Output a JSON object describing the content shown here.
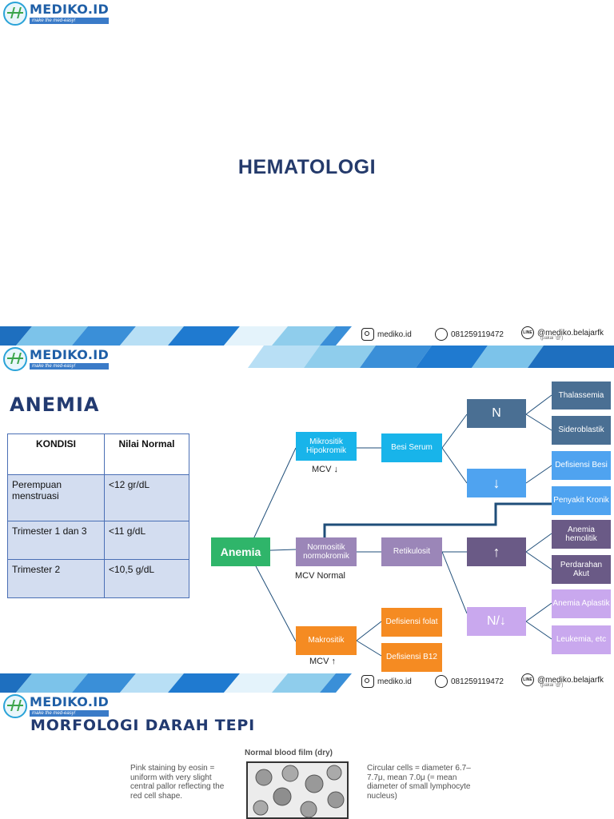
{
  "brand": {
    "name": "MEDIKO.ID",
    "tagline": "make the med-easy!"
  },
  "contacts": {
    "instagram": "mediko.id",
    "whatsapp": "081259119472",
    "line": "@mediko.belajarfk",
    "line_note": "(pakai '@')"
  },
  "slide1": {
    "title": "HEMATOLOGI"
  },
  "slide2": {
    "title": "ANEMIA",
    "table": {
      "headers": [
        "KONDISI",
        "Nilai Normal"
      ],
      "rows": [
        [
          "Perempuan menstruasi",
          "<12 gr/dL"
        ],
        [
          "Trimester 1 dan 3",
          "<11 g/dL"
        ],
        [
          "Trimester 2",
          "<10,5 g/dL"
        ]
      ]
    },
    "diagram": {
      "root": "Anemia",
      "mikrositik": "Mikrositik Hipokromik",
      "mikrositik_mcv": "MCV ↓",
      "normositik": "Normositik normokromik",
      "normositik_mcv": "MCV Normal",
      "makrositik": "Makrositik",
      "makrositik_mcv": "MCV ↑",
      "besi_serum": "Besi Serum",
      "retikulosit": "Retikulosit",
      "n": "N",
      "down": "↓",
      "up": "↑",
      "n_down": "N/↓",
      "thalassemia": "Thalassemia",
      "sideroblastik": "Sideroblastik",
      "defisiensi_besi": "Defisiensi Besi",
      "penyakit_kronik": "Penyakit Kronik",
      "anemia_hemolitik": "Anemia hemolitik",
      "perdarahan_akut": "Perdarahan Akut",
      "anemia_aplastik": "Anemia Aplastik",
      "leukemia": "Leukemia, etc",
      "defisiensi_folat": "Defisiensi folat",
      "defisiensi_b12": "Defisiensi B12"
    },
    "colors": {
      "green": "#2fb56a",
      "cyan": "#18b4ea",
      "purple": "#9b86b8",
      "orange": "#f58b22",
      "slate": "#4a6f93",
      "lightblue": "#4fa3f0",
      "darkpurple": "#6a5a86",
      "lavender": "#c9a8ee"
    }
  },
  "slide3": {
    "title": "MORFOLOGI DARAH TEPI",
    "film_title": "Normal blood film (dry)",
    "left_text": "Pink staining by eosin = uniform with very slight central pallor reflecting the red cell shape.",
    "right_text": "Circular cells = diameter 6.7–7.7μ, mean 7.0μ (= mean diameter of small lymphocyte nucleus)"
  }
}
